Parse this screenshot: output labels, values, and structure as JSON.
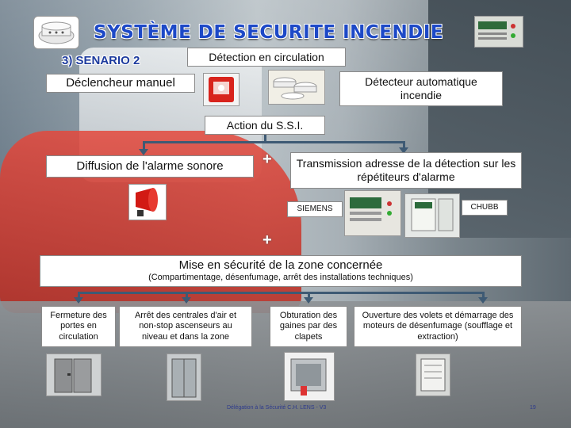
{
  "title": "SYSTÈME DE SECURITE INCENDIE",
  "subtitle": "3)  SENARIO 2",
  "boxes": {
    "detection_circulation": "Détection en circulation",
    "declencheur_manuel": "Déclencheur manuel",
    "detecteur_auto": "Détecteur automatique incendie",
    "action_ssi": "Action du S.S.I.",
    "diffusion_alarme": "Diffusion de l'alarme sonore",
    "transmission": "Transmission adresse de la détection sur les répétiteurs d'alarme",
    "siemens": "SIEMENS",
    "chubb": "CHUBB",
    "mise_securite": "Mise en sécurité de la zone concernée",
    "mise_securite_detail": "(Compartimentage, désenfumage, arrêt des installations techniques)",
    "fermeture_portes": "Fermeture des portes en circulation",
    "arret_centrales": "Arrêt des centrales d'air et non-stop ascenseurs au niveau et dans la zone",
    "obturation_gaines": "Obturation des gaines par des clapets",
    "ouverture_volets": "Ouverture des volets et démarrage des moteurs de désenfumage (soufflage et extraction)"
  },
  "plus_symbol": "+",
  "footer": {
    "text": "Délégation à la Sécurité C.H. LENS - V3",
    "page": "19"
  },
  "colors": {
    "title": "#1d49c7",
    "connector": "#3e5a74"
  }
}
